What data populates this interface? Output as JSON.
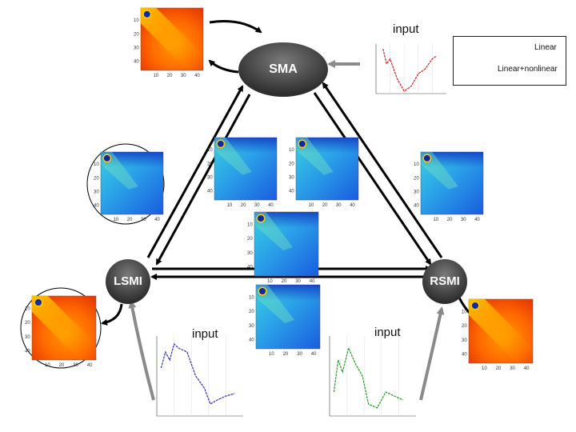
{
  "nodes": {
    "sma": {
      "label": "SMA"
    },
    "lsmi": {
      "label": "LSMI"
    },
    "rsmi": {
      "label": "RSMI"
    }
  },
  "inputs": {
    "top": "input",
    "left": "input",
    "right": "input"
  },
  "legend": {
    "linear": "Linear",
    "nonlinear": "Linear+nonlinear"
  },
  "colors": {
    "node": "#3a3a3a",
    "edge": "#000000",
    "feedback_arrow": "#8a8a8a",
    "input_curve_sma": "#d62020",
    "input_curve_lsmi": "#3030c0",
    "input_curve_rsmi": "#20a020"
  },
  "heatmaps": [
    {
      "id": "sma-self",
      "style": "warm"
    },
    {
      "id": "lsmi-self",
      "style": "warm"
    },
    {
      "id": "rsmi-self",
      "style": "warm"
    },
    {
      "id": "lsmi-to-sma",
      "style": "cool"
    },
    {
      "id": "sma-to-lsmi",
      "style": "cool"
    },
    {
      "id": "sma-to-rsmi-a",
      "style": "cool"
    },
    {
      "id": "rsmi-to-sma",
      "style": "cool"
    },
    {
      "id": "lsmi-to-rsmi",
      "style": "cool"
    },
    {
      "id": "rsmi-to-lsmi",
      "style": "cool"
    }
  ],
  "ticks": {
    "x": [
      "10",
      "20",
      "30",
      "40"
    ],
    "y": [
      "10",
      "20",
      "30",
      "40"
    ]
  }
}
